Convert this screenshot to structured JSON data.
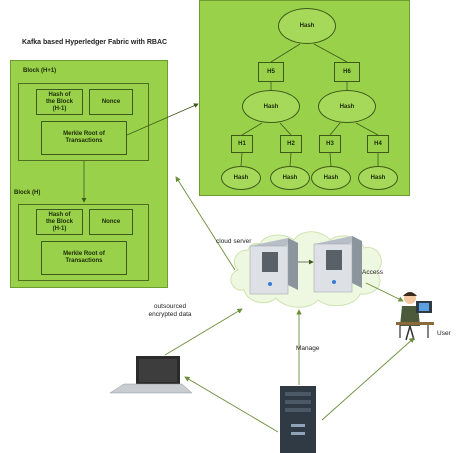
{
  "diagram": {
    "title": "Kafka based Hyperledger Fabric with RBAC",
    "block_top": {
      "label": "Block (H+1)",
      "hash_prev": "Hash of\nthe Block\n(H-1)",
      "nonce": "Nonce",
      "merkle": "Merkle Root of\nTransactions"
    },
    "block_bottom": {
      "label": "Block (H)",
      "hash_prev": "Hash of\nthe Block\n(H-1)",
      "nonce": "Nonce",
      "merkle": "Merkle Root of\nTransactions"
    },
    "merkle_tree": {
      "root": "Hash",
      "level1": [
        "H5",
        "H6"
      ],
      "level2": [
        "Hash",
        "Hash"
      ],
      "level3": [
        "H1",
        "H2",
        "H3",
        "H4"
      ],
      "leaves": [
        "Hash",
        "Hash",
        "Hash",
        "Hash"
      ]
    },
    "labels": {
      "cloud_server": "cloud server",
      "access": "Access",
      "outsourced": "outsourced\nencrypted data",
      "manage": "Manage",
      "user": "User"
    },
    "icons": [
      "server-icon",
      "laptop-icon",
      "user-icon",
      "cloud-icon",
      "tower-server-icon"
    ],
    "colors": {
      "panel_green": "#99d14a",
      "arrow_green": "#6b8e3a",
      "server_dark": "#2f3a45"
    }
  }
}
